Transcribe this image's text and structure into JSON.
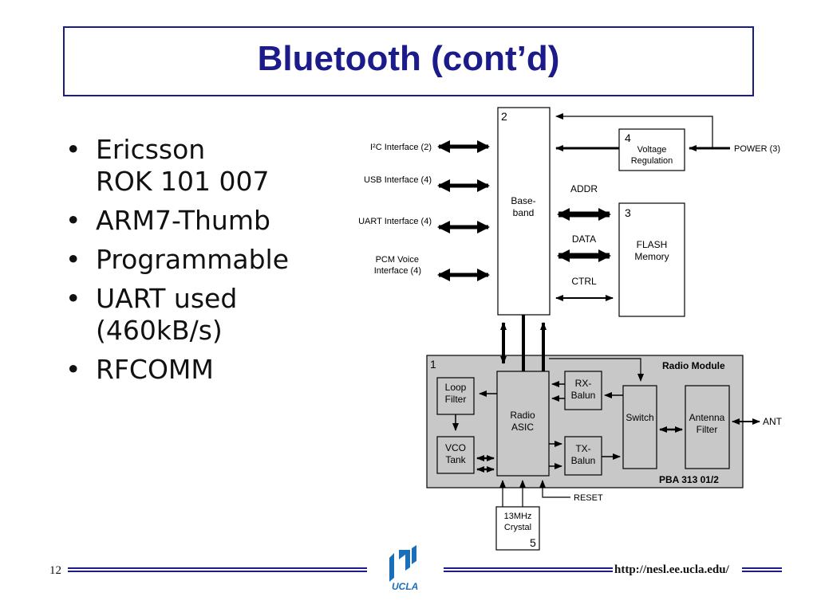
{
  "slide": {
    "title": "Bluetooth (cont’d)",
    "bullets": [
      {
        "line1": "Ericsson",
        "line2": "ROK 101 007"
      },
      {
        "line1": "ARM7-Thumb",
        "line2": ""
      },
      {
        "line1": "Programmable",
        "line2": ""
      },
      {
        "line1": "UART used",
        "line2": "(460kB/s)"
      },
      {
        "line1": "RFCOMM",
        "line2": ""
      }
    ],
    "page_number": "12",
    "url": "http://nesl.ee.ucla.edu/",
    "logo_text": "UCLA"
  },
  "diagram": {
    "baseband_num": "2",
    "baseband_l1": "Base-",
    "baseband_l2": "band",
    "i2c": "I²C Interface (2)",
    "usb": "USB Interface (4)",
    "uart": "UART Interface (4)",
    "pcm_l1": "PCM Voice",
    "pcm_l2": "Interface (4)",
    "vreg_num": "4",
    "vreg_l1": "Voltage",
    "vreg_l2": "Regulation",
    "power": "POWER (3)",
    "flash_num": "3",
    "flash_l1": "FLASH",
    "flash_l2": "Memory",
    "addr": "ADDR",
    "data": "DATA",
    "ctrl": "CTRL",
    "radio_num": "1",
    "radio_title": "Radio Module",
    "loop_l1": "Loop",
    "loop_l2": "Filter",
    "vco_l1": "VCO",
    "vco_l2": "Tank",
    "asic_l1": "Radio",
    "asic_l2": "ASIC",
    "rx_l1": "RX-",
    "rx_l2": "Balun",
    "tx_l1": "TX-",
    "tx_l2": "Balun",
    "switch": "Switch",
    "ant_l1": "Antenna",
    "ant_l2": "Filter",
    "ant": "ANT",
    "pba": "PBA 313 01/2",
    "reset": "RESET",
    "xtal_l1": "13MHz",
    "xtal_l2": "Crystal",
    "xtal_num": "5"
  },
  "colors": {
    "title_color": "#1b1b8a",
    "radio_fill": "#c8c8c8",
    "footer_line": "#1b1b8a"
  }
}
